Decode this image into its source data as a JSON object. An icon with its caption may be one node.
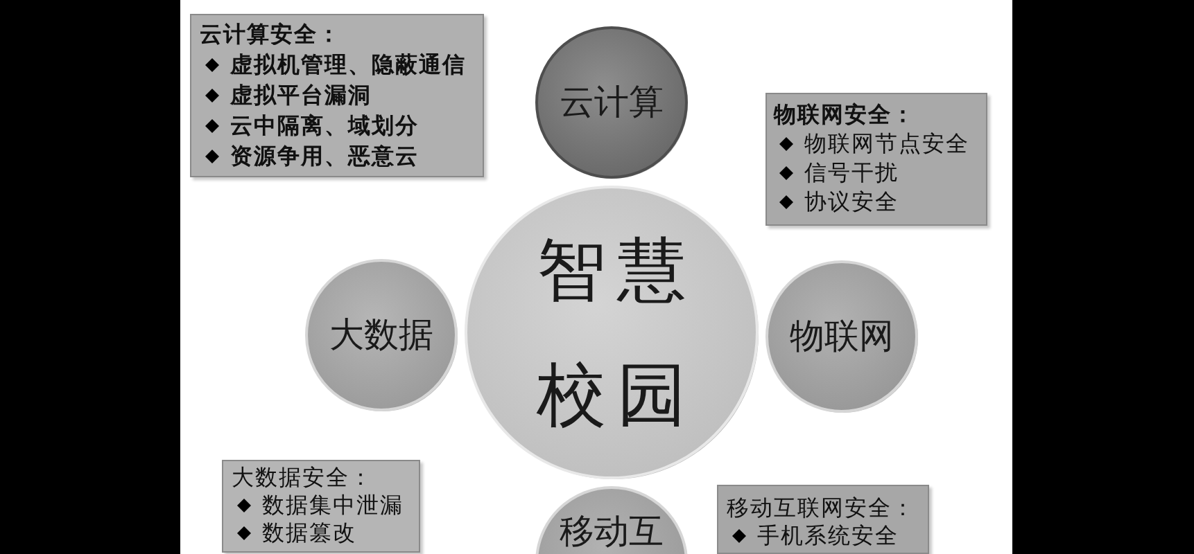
{
  "diagram": {
    "nodes": [
      {
        "text": [
          "云计算安全：",
          "虚拟机管理、隐蔽通信",
          "虚拟平台漏洞",
          "云中隔离、域划分",
          "资源争用、恶意云"
        ]
      },
      {
        "text": [
          "云计算"
        ]
      },
      {
        "text": [
          "物联网安全：",
          "物联网节点安全",
          "信号干扰",
          "协议安全"
        ]
      },
      {
        "text": [
          "智慧校园"
        ]
      },
      {
        "text": [
          "大数据"
        ]
      },
      {
        "text": [
          "物联网"
        ]
      },
      {
        "text": [
          "大数据安全：",
          "数据集中泄漏",
          "数据篡改"
        ]
      },
      {
        "text": [
          "移动互"
        ]
      },
      {
        "text": [
          "移动互联网安全：",
          "手机系统安全"
        ]
      }
    ]
  }
}
